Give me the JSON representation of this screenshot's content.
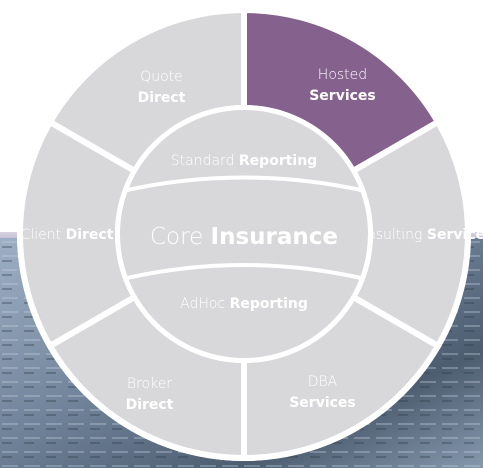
{
  "segments": [
    {
      "id": "client-direct",
      "lines": [
        [
          "Client ",
          "Direct"
        ]
      ]
    },
    {
      "id": "quote-direct",
      "lines": [
        [
          "Quote",
          ""
        ],
        [
          "",
          "Direct"
        ]
      ]
    },
    {
      "id": "hosted-services",
      "lines": [
        [
          "Hosted",
          ""
        ],
        [
          "",
          "Services"
        ]
      ],
      "highlight": true
    },
    {
      "id": "consulting-services",
      "lines": [
        [
          "Consulting ",
          "Services"
        ]
      ]
    },
    {
      "id": "dba-services",
      "lines": [
        [
          "DBA",
          ""
        ],
        [
          "",
          "Services"
        ]
      ]
    },
    {
      "id": "broker-direct",
      "lines": [
        [
          "Broker",
          ""
        ],
        [
          "",
          "Direct"
        ]
      ]
    }
  ],
  "core": {
    "top": {
      "light": "Standard ",
      "bold": "Reporting"
    },
    "center": {
      "light": "Core ",
      "bold": "Insurance"
    },
    "bottom": {
      "light": "AdHoc ",
      "bold": "Reporting"
    }
  },
  "colors": {
    "segment": "#d8d8da",
    "segment_highlight": "#85628e",
    "divider": "#ffffff",
    "background_band": "#7d8fa4"
  }
}
